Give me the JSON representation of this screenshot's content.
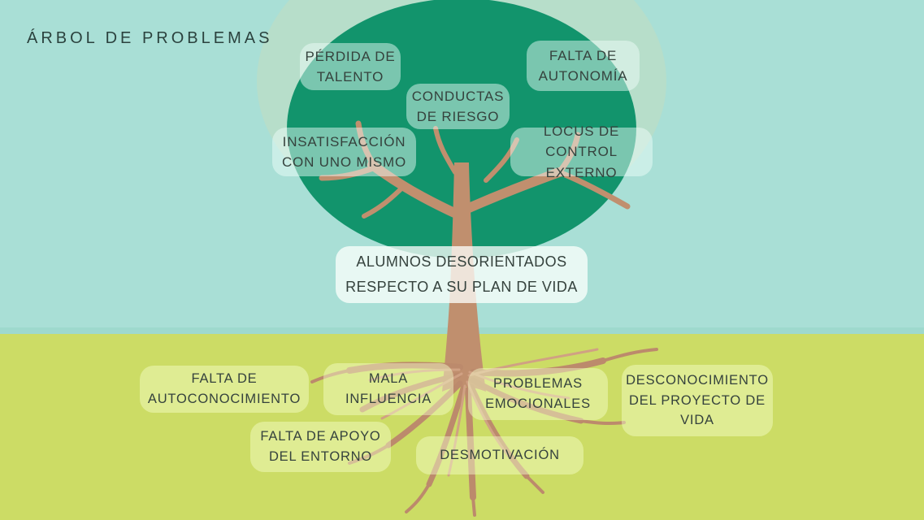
{
  "title": "ÁRBOL DE PROBLEMAS",
  "central_problem": "ALUMNOS DESORIENTADOS\nRESPECTO A SU PLAN DE VIDA",
  "effects": [
    {
      "id": "perdida-de-talento",
      "label": "PÉRDIDA DE\nTALENTO"
    },
    {
      "id": "falta-de-autonomia",
      "label": "FALTA DE\nAUTONOMÍA"
    },
    {
      "id": "conductas-de-riesgo",
      "label": "CONDUCTAS\nDE RIESGO"
    },
    {
      "id": "insatisfaccion-con-uno-mismo",
      "label": "INSATISFACCIÓN\nCON UNO MISMO"
    },
    {
      "id": "locus-de-control-externo",
      "label": "LOCUS DE\nCONTROL EXTERNO"
    }
  ],
  "causes": [
    {
      "id": "falta-de-autoconocimiento",
      "label": "FALTA DE\nAUTOCONOCIMIENTO"
    },
    {
      "id": "mala-influencia",
      "label": "MALA\nINFLUENCIA"
    },
    {
      "id": "problemas-emocionales",
      "label": "PROBLEMAS\nEMOCIONALES"
    },
    {
      "id": "desconocimiento-del-proyecto-de-vida",
      "label": "DESCONOCIMIENTO\nDEL PROYECTO DE\nVIDA"
    },
    {
      "id": "falta-de-apoyo-del-entorno",
      "label": "FALTA DE APOYO\nDEL ENTORNO"
    },
    {
      "id": "desmotivacion",
      "label": "DESMOTIVACIÓN"
    }
  ],
  "colors": {
    "background_top": "#A9DFD6",
    "background_bottom": "#CCDC65",
    "tree_crown": "#12946C",
    "tree_crown_halo": "#B7DECA",
    "trunk_branches": "#C08F6E",
    "roots": "#BC8A6C",
    "roots_light": "#D0A183",
    "label_text": "#35423D",
    "title_text": "#2B423E"
  }
}
